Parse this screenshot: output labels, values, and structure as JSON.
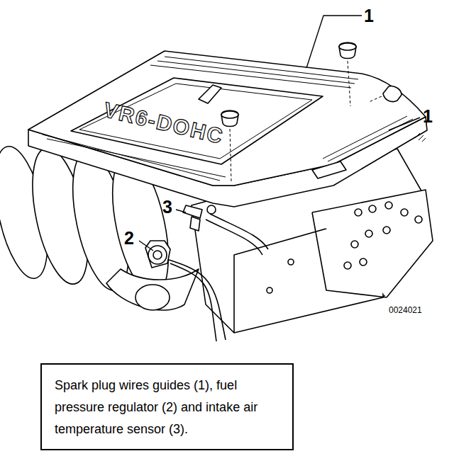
{
  "diagram": {
    "nodes": [
      {
        "text": [
          "Spark plug wires guides (1), fuel pressure regulator (2) and intake air temperature sensor (3)."
        ]
      }
    ],
    "labels": [
      "1",
      "1",
      "2",
      "3",
      "0024021",
      "VR6-DOHC"
    ]
  }
}
